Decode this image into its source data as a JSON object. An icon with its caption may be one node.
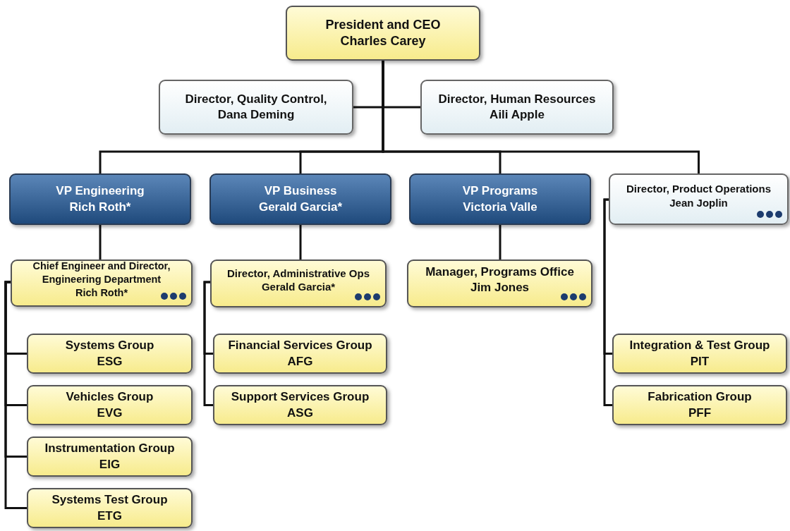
{
  "diagram": {
    "nodes": [
      {
        "text": [
          "President and CEO",
          "Charles Carey"
        ]
      },
      {
        "text": [
          "Director, Quality Control,",
          "Dana Deming"
        ]
      },
      {
        "text": [
          "Director, Human Resources",
          "Aili Apple"
        ]
      },
      {
        "text": [
          "VP Engineering",
          "Rich Roth*"
        ]
      },
      {
        "text": [
          "VP Business",
          "Gerald Garcia*"
        ]
      },
      {
        "text": [
          "VP Programs",
          "Victoria Valle"
        ]
      },
      {
        "text": [
          "Director, Product Operations",
          "Jean Joplin"
        ]
      },
      {
        "text": [
          "Chief Engineer and Director, Engineering Department",
          "Rich Roth*"
        ]
      },
      {
        "text": [
          "Director, Administrative Ops",
          "Gerald Garcia*"
        ]
      },
      {
        "text": [
          "Manager, Programs Office",
          "Jim Jones"
        ]
      },
      {
        "text": [
          "Systems Group",
          "ESG"
        ]
      },
      {
        "text": [
          "Vehicles Group",
          "EVG"
        ]
      },
      {
        "text": [
          "Instrumentation Group",
          "EIG"
        ]
      },
      {
        "text": [
          "Systems Test Group",
          "ETG"
        ]
      },
      {
        "text": [
          "Financial Services Group",
          "AFG"
        ]
      },
      {
        "text": [
          "Support Services Group",
          "ASG"
        ]
      },
      {
        "text": [
          "Integration & Test Group",
          "PIT"
        ]
      },
      {
        "text": [
          "Fabrication Group",
          "PFF"
        ]
      }
    ],
    "edges": [
      {
        "from": 0,
        "to": 1,
        "arrow": "none"
      },
      {
        "from": 0,
        "to": 2,
        "arrow": "none"
      },
      {
        "from": 0,
        "to": 3,
        "arrow": "none"
      },
      {
        "from": 0,
        "to": 4,
        "arrow": "none"
      },
      {
        "from": 0,
        "to": 5,
        "arrow": "none"
      },
      {
        "from": 0,
        "to": 6,
        "arrow": "none"
      },
      {
        "from": 3,
        "to": 7,
        "arrow": "none"
      },
      {
        "from": 4,
        "to": 8,
        "arrow": "none"
      },
      {
        "from": 5,
        "to": 9,
        "arrow": "none"
      },
      {
        "from": 7,
        "to": 10,
        "arrow": "none"
      },
      {
        "from": 7,
        "to": 11,
        "arrow": "none"
      },
      {
        "from": 7,
        "to": 12,
        "arrow": "none"
      },
      {
        "from": 7,
        "to": 13,
        "arrow": "none"
      },
      {
        "from": 8,
        "to": 14,
        "arrow": "none"
      },
      {
        "from": 8,
        "to": 15,
        "arrow": "none"
      },
      {
        "from": 6,
        "to": 16,
        "arrow": "none"
      },
      {
        "from": 6,
        "to": 17,
        "arrow": "none"
      }
    ]
  }
}
